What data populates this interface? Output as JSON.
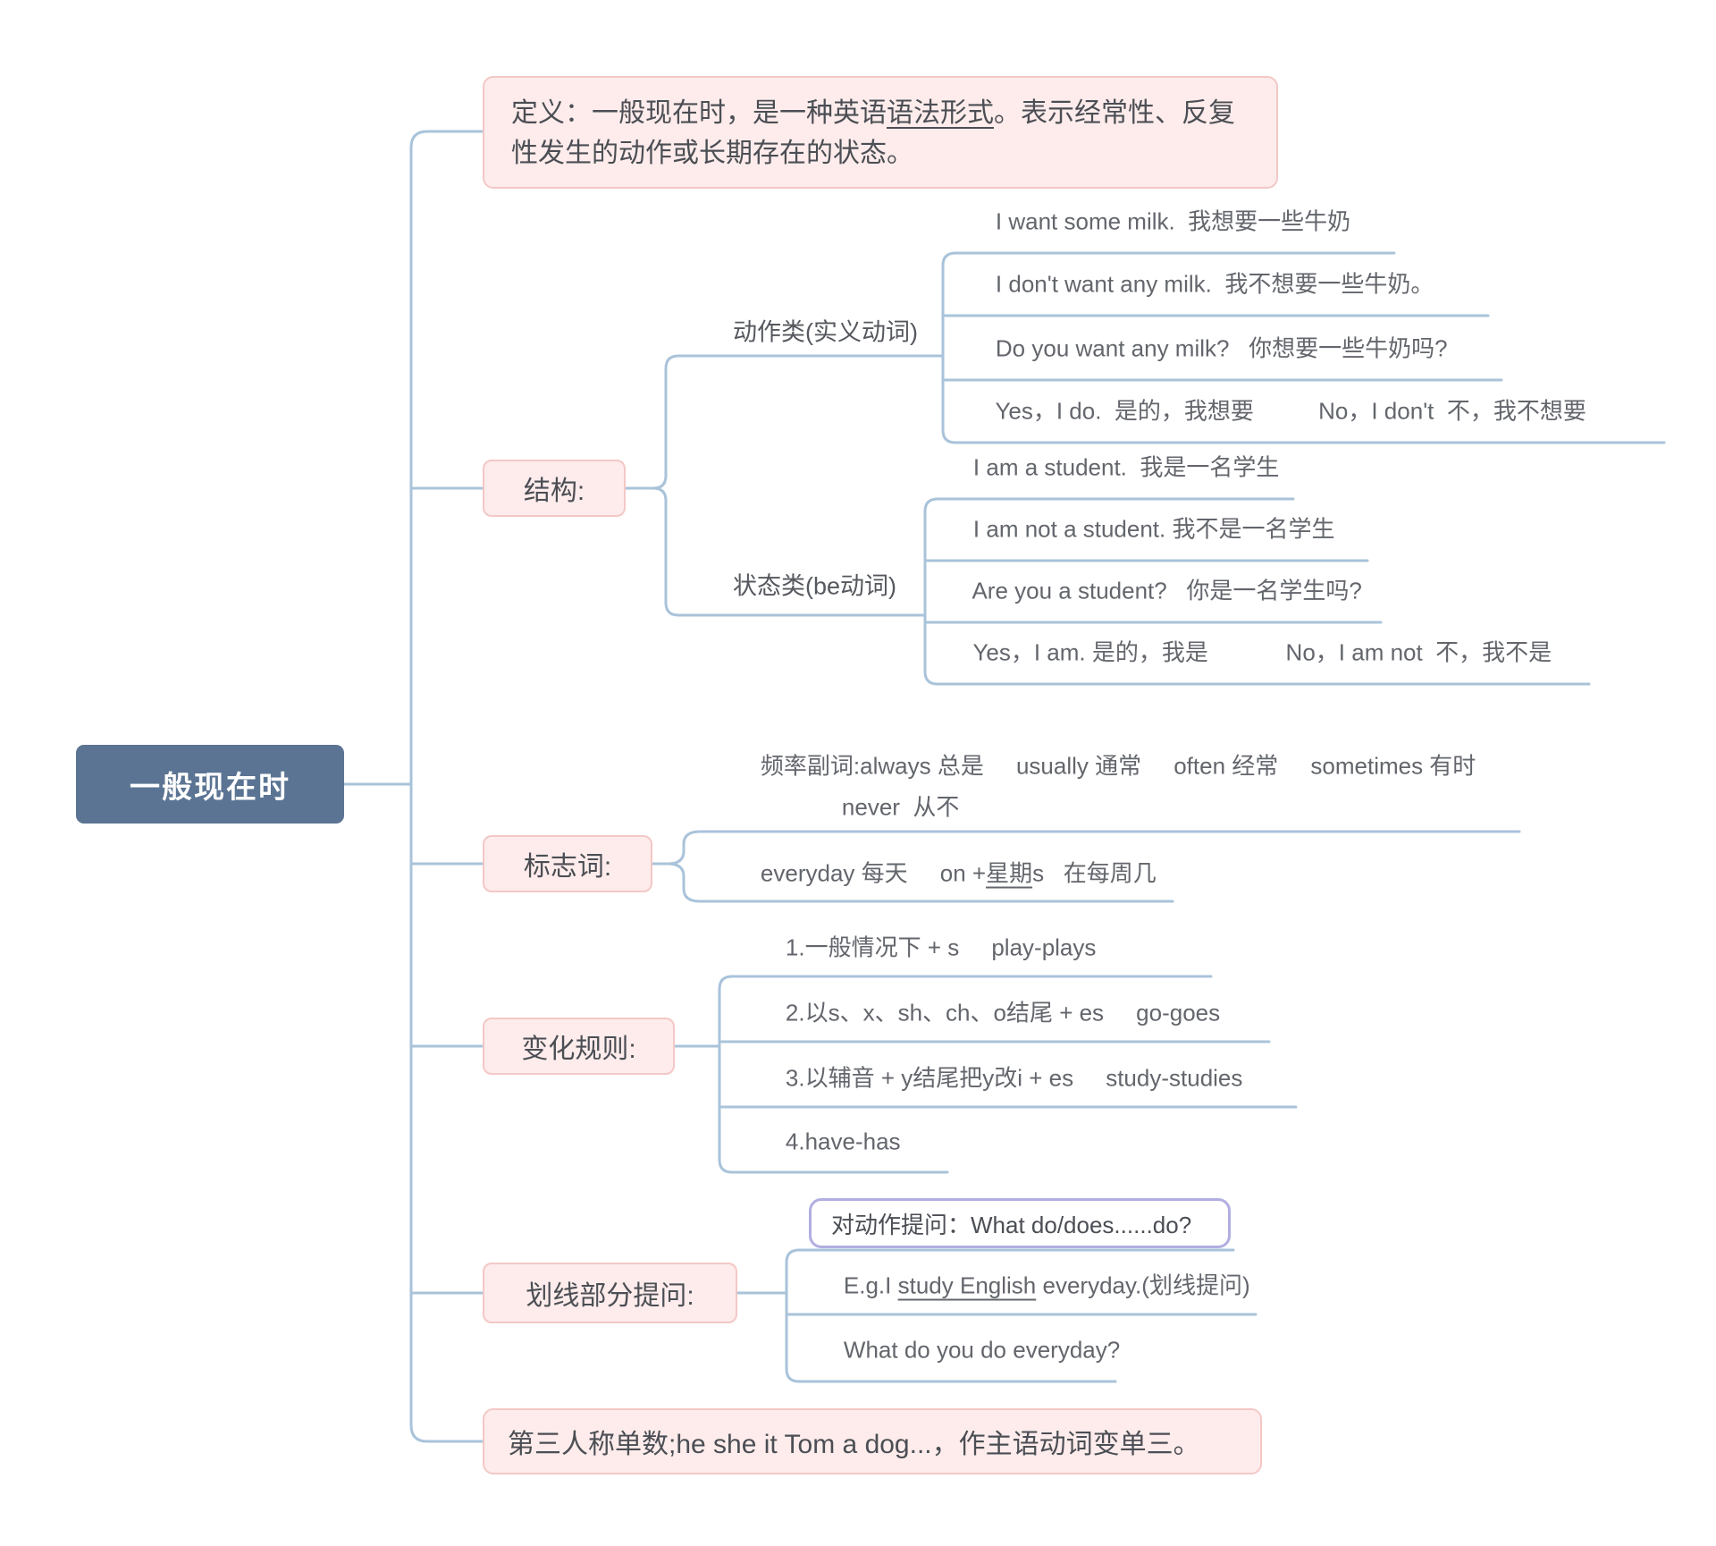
{
  "root": {
    "label": "一般现在时"
  },
  "colors": {
    "connector_line": "#a9c3da",
    "pink_node_bg": "#fdeceb",
    "pink_node_border": "#f3c8c6",
    "root_bg": "#5b7493",
    "purple_box_border": "#b1aee1",
    "text_dark": "#4b4e54",
    "text_leaf": "#63666c"
  },
  "definition": {
    "pre": "定义：一般现在时，是一种英语",
    "underlined": "语法形式",
    "post": "。表示经常性、反复性发生的动作或长期存在的状态。"
  },
  "structure": {
    "label": "结构:",
    "action": {
      "label": "动作类(实义动词)",
      "items": [
        "I want some milk.  我想要一些牛奶",
        "I don't want any milk.  我不想要一些牛奶。",
        "Do you want any milk?   你想要一些牛奶吗?",
        "Yes，I do.  是的，我想要          No，I don't  不，我不想要"
      ]
    },
    "be": {
      "label": "状态类(be动词)",
      "items": [
        "I am a student.  我是一名学生",
        "I am not a student. 我不是一名学生",
        "Are you a student?   你是一名学生吗?",
        "Yes，I am. 是的，我是            No，I am not  不，我不是"
      ]
    }
  },
  "markers": {
    "label": "标志词:",
    "frequency_line1": "频率副词:always 总是     usually 通常     often 经常     sometimes 有时",
    "frequency_line2": "never  从不",
    "everyday_pre": "everyday 每天     on +",
    "everyday_underlined": "星期",
    "everyday_post": "s   在每周几"
  },
  "rules": {
    "label": "变化规则:",
    "items": [
      "1.一般情况下 + s     play-plays",
      "2.以s、x、sh、ch、o结尾 + es     go-goes",
      "3.以辅音 + y结尾把y改i + es     study-studies",
      "4.have-has"
    ]
  },
  "question": {
    "label": "划线部分提问:",
    "boxed": "对动作提问：What do/does......do?",
    "example_pre": "E.g.I ",
    "example_underlined": "study English",
    "example_post": " everyday.(划线提问)",
    "answer": "What do you do everyday?"
  },
  "third_person": {
    "text": "第三人称单数;he she it Tom a dog...，作主语动词变单三。"
  }
}
